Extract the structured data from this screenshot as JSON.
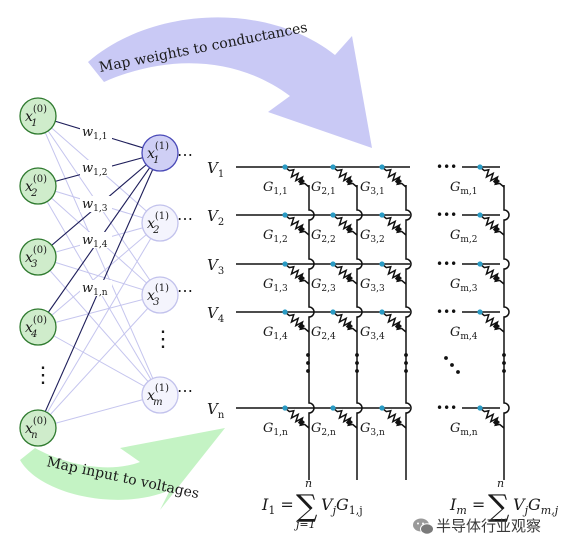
{
  "arrows": {
    "top_label": "Map weights to conductances",
    "bottom_label": "Map input to voltages",
    "top_color": "#c9c9f5",
    "bottom_color": "#c4f3c4"
  },
  "network": {
    "input_nodes": [
      {
        "base": "x",
        "sub": "1",
        "sup": "(0)"
      },
      {
        "base": "x",
        "sub": "2",
        "sup": "(0)"
      },
      {
        "base": "x",
        "sub": "3",
        "sup": "(0)"
      },
      {
        "base": "x",
        "sub": "4",
        "sup": "(0)"
      },
      {
        "base": "x",
        "sub": "n",
        "sup": "(0)"
      }
    ],
    "hidden_nodes": [
      {
        "base": "x",
        "sub": "1",
        "sup": "(1)"
      },
      {
        "base": "x",
        "sub": "2",
        "sup": "(1)"
      },
      {
        "base": "x",
        "sub": "3",
        "sup": "(1)"
      },
      {
        "base": "x",
        "sub": "m",
        "sup": "(1)"
      }
    ],
    "weights": [
      {
        "base": "w",
        "sub": "1,1"
      },
      {
        "base": "w",
        "sub": "1,2"
      },
      {
        "base": "w",
        "sub": "1,3"
      },
      {
        "base": "w",
        "sub": "1,4"
      },
      {
        "base": "w",
        "sub": "1,n"
      }
    ],
    "ellipsis": "⋯",
    "vdots": "⋮",
    "input_fill": "#cfeccb",
    "input_stroke": "#2f7a2f",
    "hidden_fill": "#cfcff5",
    "hidden_stroke": "#4a4ab8"
  },
  "crossbar": {
    "voltages": [
      {
        "base": "V",
        "sub": "1"
      },
      {
        "base": "V",
        "sub": "2"
      },
      {
        "base": "V",
        "sub": "3"
      },
      {
        "base": "V",
        "sub": "4"
      },
      {
        "base": "V",
        "sub": "n"
      }
    ],
    "row_subs": [
      "1",
      "2",
      "3",
      "4",
      "n"
    ],
    "col_prefixes": [
      "1",
      "2",
      "3",
      "m"
    ],
    "conductance_base": "G",
    "dot_color": "#2a9bc4",
    "ellipsis": "•••"
  },
  "currents": {
    "left": {
      "lhs_base": "I",
      "lhs_sub": "1",
      "sum_top": "n",
      "sum_bottom": "j=1",
      "term_base": "V",
      "term_sub": "j",
      "g_base": "G",
      "g_sub": "1,j"
    },
    "right": {
      "lhs_base": "I",
      "lhs_sub": "m",
      "sum_top": "n",
      "term_base": "V",
      "term_sub": "j",
      "g_base": "G",
      "g_sub": "m,j"
    }
  },
  "watermark": {
    "text": "半导体行业观察",
    "icon": "wechat-icon"
  }
}
